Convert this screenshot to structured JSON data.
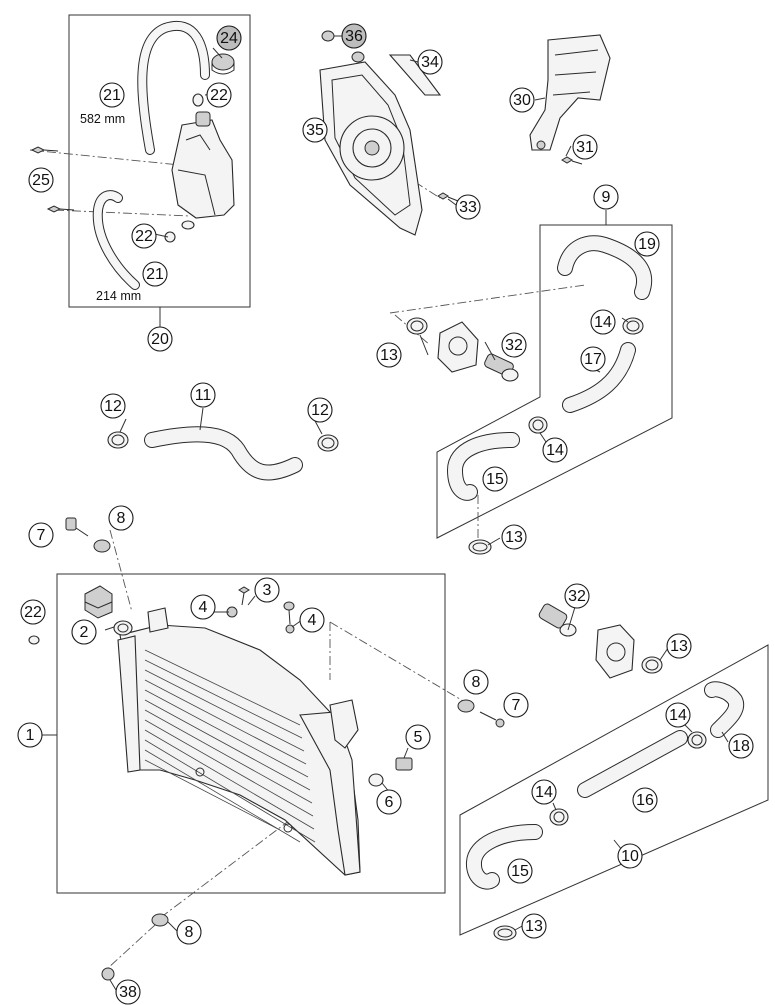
{
  "callouts": [
    {
      "name": "callout-1",
      "label": "1"
    },
    {
      "name": "callout-2",
      "label": "2"
    },
    {
      "name": "callout-3",
      "label": "3"
    },
    {
      "name": "callout-4a",
      "label": "4"
    },
    {
      "name": "callout-4b",
      "label": "4"
    },
    {
      "name": "callout-5",
      "label": "5"
    },
    {
      "name": "callout-6",
      "label": "6"
    },
    {
      "name": "callout-7a",
      "label": "7"
    },
    {
      "name": "callout-7b",
      "label": "7"
    },
    {
      "name": "callout-8a",
      "label": "8"
    },
    {
      "name": "callout-8b",
      "label": "8"
    },
    {
      "name": "callout-8c",
      "label": "8"
    },
    {
      "name": "callout-9",
      "label": "9"
    },
    {
      "name": "callout-10",
      "label": "10"
    },
    {
      "name": "callout-11",
      "label": "11"
    },
    {
      "name": "callout-12a",
      "label": "12"
    },
    {
      "name": "callout-12b",
      "label": "12"
    },
    {
      "name": "callout-13a",
      "label": "13"
    },
    {
      "name": "callout-13b",
      "label": "13"
    },
    {
      "name": "callout-13c",
      "label": "13"
    },
    {
      "name": "callout-13d",
      "label": "13"
    },
    {
      "name": "callout-14a",
      "label": "14"
    },
    {
      "name": "callout-14b",
      "label": "14"
    },
    {
      "name": "callout-14c",
      "label": "14"
    },
    {
      "name": "callout-14d",
      "label": "14"
    },
    {
      "name": "callout-15a",
      "label": "15"
    },
    {
      "name": "callout-15b",
      "label": "15"
    },
    {
      "name": "callout-16",
      "label": "16"
    },
    {
      "name": "callout-17",
      "label": "17"
    },
    {
      "name": "callout-18",
      "label": "18"
    },
    {
      "name": "callout-19",
      "label": "19"
    },
    {
      "name": "callout-20",
      "label": "20"
    },
    {
      "name": "callout-21a",
      "label": "21"
    },
    {
      "name": "callout-21b",
      "label": "21"
    },
    {
      "name": "callout-22a",
      "label": "22"
    },
    {
      "name": "callout-22b",
      "label": "22"
    },
    {
      "name": "callout-22c",
      "label": "22"
    },
    {
      "name": "callout-24",
      "label": "24"
    },
    {
      "name": "callout-25",
      "label": "25"
    },
    {
      "name": "callout-30",
      "label": "30"
    },
    {
      "name": "callout-31",
      "label": "31"
    },
    {
      "name": "callout-32a",
      "label": "32"
    },
    {
      "name": "callout-32b",
      "label": "32"
    },
    {
      "name": "callout-33",
      "label": "33"
    },
    {
      "name": "callout-34",
      "label": "34"
    },
    {
      "name": "callout-35",
      "label": "35"
    },
    {
      "name": "callout-36",
      "label": "36"
    },
    {
      "name": "callout-38",
      "label": "38"
    }
  ],
  "dimensions": {
    "hose_long": "582 mm",
    "hose_short": "214 mm"
  }
}
